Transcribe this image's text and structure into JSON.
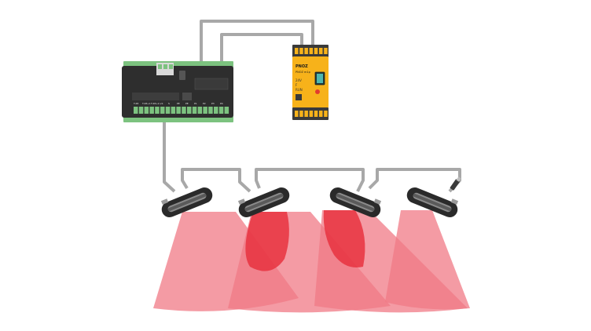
{
  "colors": {
    "cable": "#a8a8a8",
    "field_fill": "#f07a86",
    "field_overlap": "#e8323f",
    "controller_body": "#2e2e2e",
    "controller_rail": "#7cc27f",
    "relay_body": "#f7b21a",
    "sensor_body": "#2a2a2a"
  },
  "controller": {
    "terminal_labels": [
      "T.48",
      "T.48+1",
      "T.48+2",
      "+S",
      "S",
      "PE",
      "PE",
      "P1",
      "P2",
      "P3",
      "P4"
    ]
  },
  "relay": {
    "brand_label": "PNOZ",
    "model_label": "PNOZ m1p",
    "small_labels": [
      "24V",
      "F",
      "RUN"
    ]
  },
  "sensors": [
    {
      "id": "sensor-1"
    },
    {
      "id": "sensor-2"
    },
    {
      "id": "sensor-3"
    },
    {
      "id": "sensor-4"
    }
  ],
  "fields": [
    {
      "id": "field-1"
    },
    {
      "id": "field-2"
    },
    {
      "id": "field-3"
    },
    {
      "id": "field-4"
    }
  ]
}
